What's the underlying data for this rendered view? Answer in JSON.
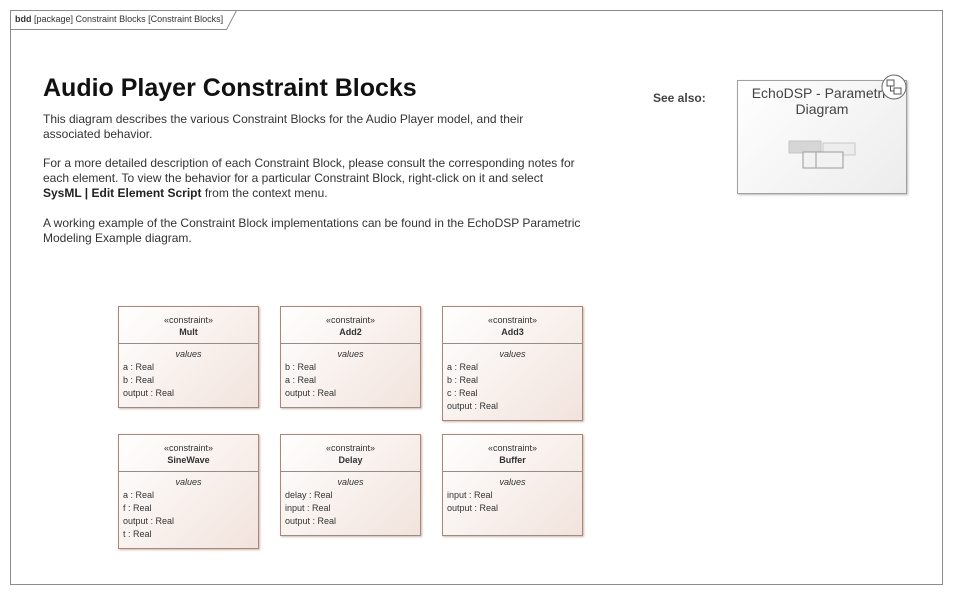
{
  "frame": {
    "kind": "bdd",
    "label": "[package] Constraint Blocks [Constraint Blocks]"
  },
  "title": "Audio Player Constraint Blocks",
  "description": {
    "p1": "This diagram describes the various Constraint Blocks for the Audio Player model, and their associated behavior.",
    "p2_before": "For a more detailed description of each Constraint Block, please consult the corresponding notes for each element. To view the behavior for a particular Constraint Block, right-click on it and select ",
    "p2_bold": "SysML | Edit Element Script",
    "p2_after": " from the context menu.",
    "p3": "A working example of the Constraint Block implementations can be found in the EchoDSP Parametric Modeling Example diagram."
  },
  "see_also": {
    "label": "See also:",
    "link": "EchoDSP - Parametric Diagram",
    "icon": "diagram-link-icon"
  },
  "blocks": [
    {
      "stereotype": "«constraint»",
      "name": "Mult",
      "compartment": "values",
      "props": [
        "a : Real",
        "b : Real",
        "output : Real"
      ]
    },
    {
      "stereotype": "«constraint»",
      "name": "Add2",
      "compartment": "values",
      "props": [
        "b : Real",
        "a : Real",
        "output : Real"
      ]
    },
    {
      "stereotype": "«constraint»",
      "name": "Add3",
      "compartment": "values",
      "props": [
        "a : Real",
        "b : Real",
        "c : Real",
        "output : Real"
      ]
    },
    {
      "stereotype": "«constraint»",
      "name": "SineWave",
      "compartment": "values",
      "props": [
        "a : Real",
        "f : Real",
        "output : Real",
        "t : Real"
      ]
    },
    {
      "stereotype": "«constraint»",
      "name": "Delay",
      "compartment": "values",
      "props": [
        "delay : Real",
        "input : Real",
        "output : Real"
      ]
    },
    {
      "stereotype": "«constraint»",
      "name": "Buffer",
      "compartment": "values",
      "props": [
        "input : Real",
        "output : Real"
      ]
    }
  ]
}
